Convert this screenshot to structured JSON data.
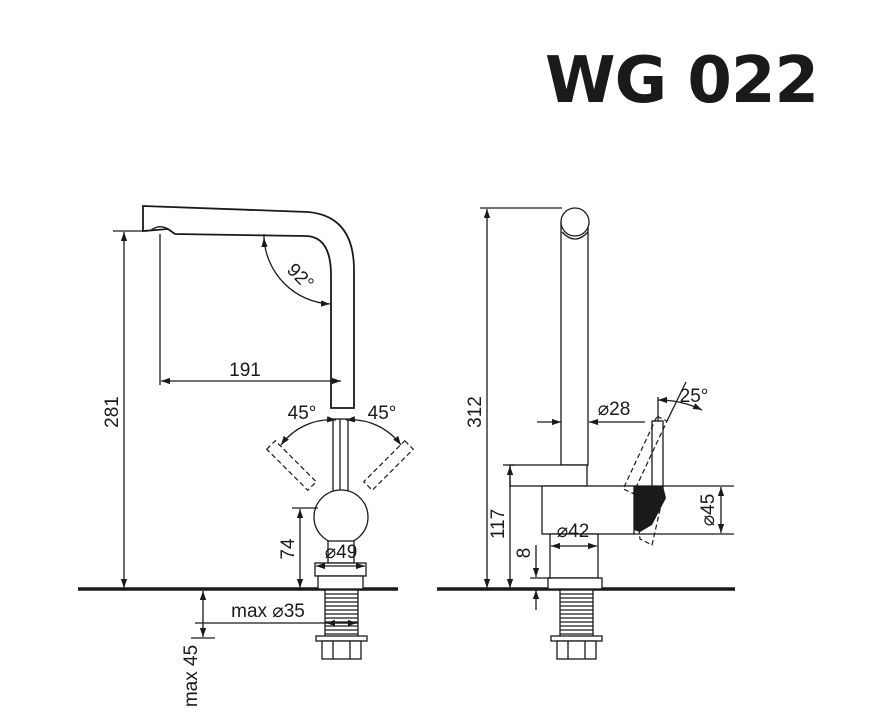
{
  "title": "WG 022",
  "front_view": {
    "height": "281",
    "reach": "191",
    "spout_angle": "92°",
    "lever_left": "45°",
    "lever_right": "45°",
    "body_height": "74",
    "base_diameter": "⌀49",
    "hole_diameter": "max  ⌀35",
    "deck_thickness": "max 45"
  },
  "side_view": {
    "height": "312",
    "column_diameter": "⌀28",
    "lever_angle": "25°",
    "body_height": "117",
    "body_diameter": "⌀45",
    "base_diameter": "⌀42",
    "base_height": "8"
  }
}
